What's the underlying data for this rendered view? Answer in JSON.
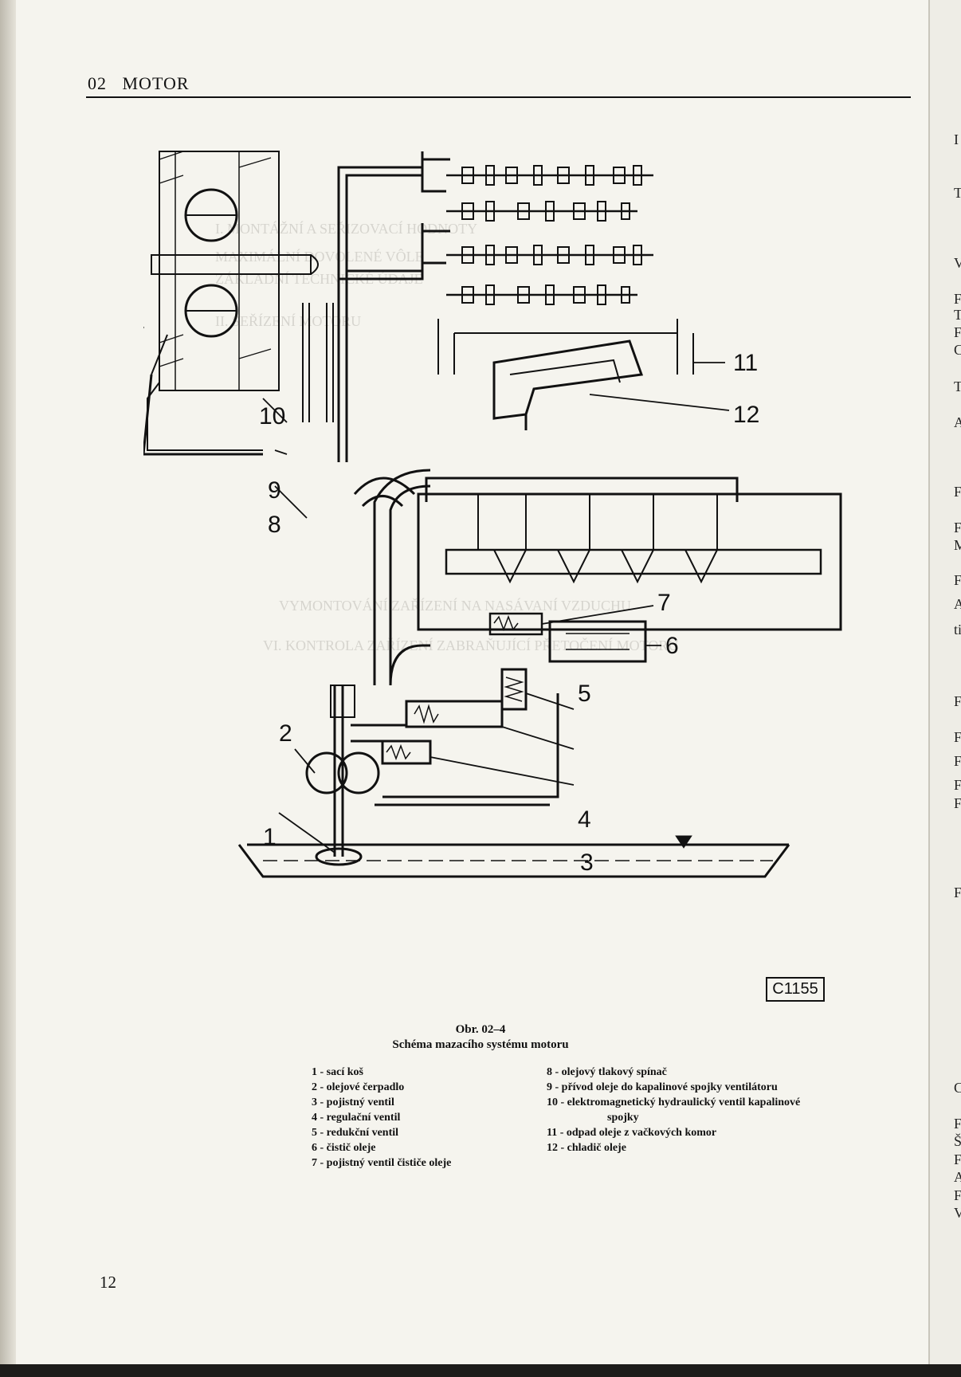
{
  "header": {
    "section": "02",
    "title": "MOTOR"
  },
  "page_number": "12",
  "figure": {
    "code": "C1155",
    "number": "Obr. 02–4",
    "caption": "Schéma mazacího systému motoru",
    "callouts": [
      "1",
      "2",
      "3",
      "4",
      "5",
      "6",
      "7",
      "8",
      "9",
      "10",
      "11",
      "12"
    ]
  },
  "legend_left": [
    "1 - sací koš",
    "2 - olejové čerpadlo",
    "3 - pojistný ventil",
    "4 - regulační ventil",
    "5 - redukční ventil",
    "6 - čistič oleje",
    "7 - pojistný ventil čističe oleje"
  ],
  "legend_right": [
    "8 - olejový tlakový spínač",
    "9 - přívod oleje do kapalinové spojky ventilátoru",
    "10 - elektromagnetický hydraulický ventil kapalinové",
    "spojky",
    "11 - odpad oleje z vačkových komor",
    "12 - chladič oleje"
  ],
  "bleed_through": [
    "I. MONTÁŽNÍ A SEŘIZOVACÍ HODNOTY",
    "MAXIMÁLNÍ DOVOLENÉ VÔLE",
    "ZÁKLADNÍ TECHNICKÉ ÚDAJE",
    "II. SEŘÍZENÍ MOTORU",
    "VYMONTOVÁNÍ ZAŘÍZENÍ NA NASÁVANÍ VZDUCHU",
    "VI. KONTROLA ZAŘÍZENÍ ZABRAŇUJÍCÍ PŘETOČENÍ MOTORU"
  ],
  "right_page_letters": [
    "I",
    "T",
    "V",
    "F",
    "T",
    "F",
    "C",
    "T",
    "A",
    "F",
    "F",
    "M",
    "F",
    "A",
    "ti",
    "F",
    "F",
    "F",
    "F",
    "F",
    "F",
    "C",
    "F",
    "Š",
    "F",
    "A",
    "F",
    "V"
  ]
}
